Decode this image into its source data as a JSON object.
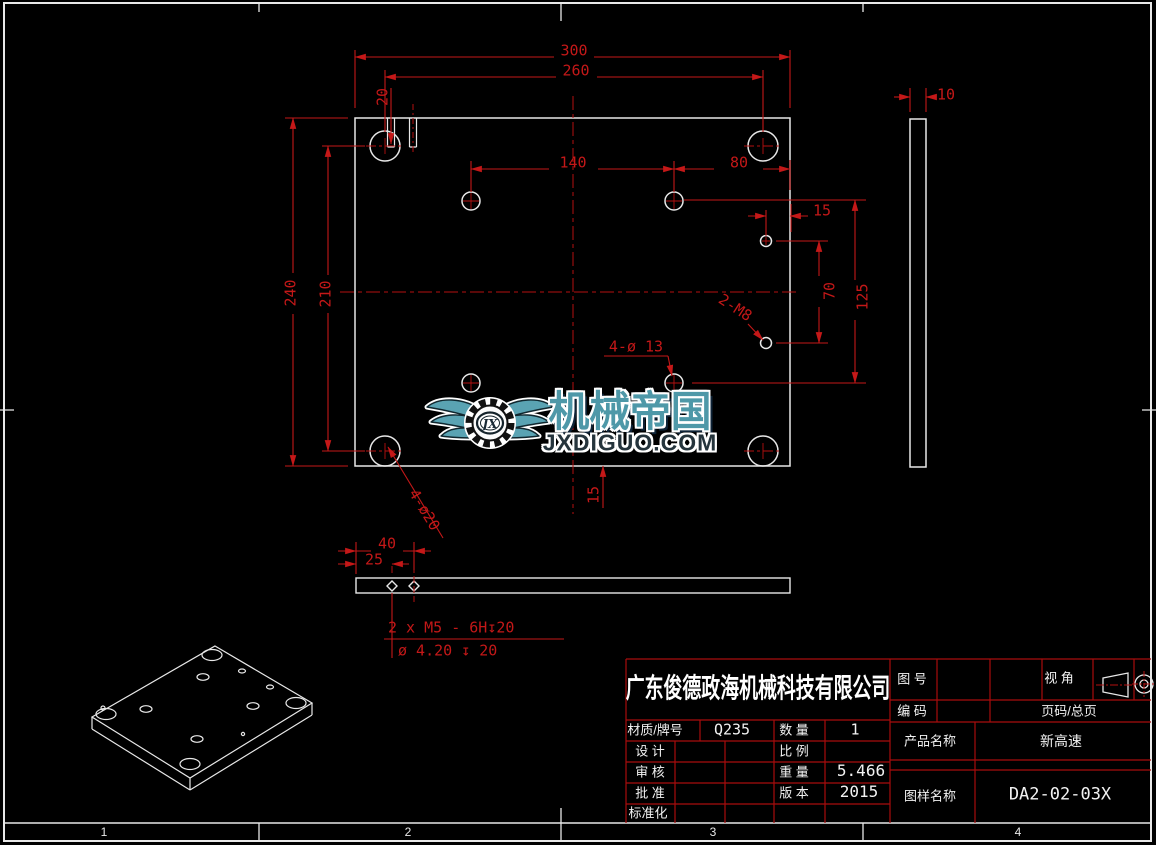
{
  "drawing": {
    "zones": [
      "1",
      "2",
      "3",
      "4"
    ],
    "top_view": {
      "d300": "300",
      "d260": "260",
      "d20": "20",
      "d140": "140",
      "d80": "80",
      "d15_right": "15",
      "d70": "70",
      "d125": "125",
      "d240": "240",
      "d210": "210",
      "d15_bottom": "15",
      "label_m8": "2-M8",
      "label_holes_13": "4-ø 13",
      "label_holes_20": "4-ø20"
    },
    "side_view": {
      "d10": "10"
    },
    "bottom_view": {
      "d40": "40",
      "d25": "25",
      "callout_thread": "2 x  M5 - 6H↧20",
      "callout_drill": "ø  4.20 ↧ 20"
    }
  },
  "watermark": {
    "brand": "机械帝国",
    "site": "JXDIGUO.COM",
    "monogram": "JX"
  },
  "title_block": {
    "company": "广东俊德政海机械科技有限公司",
    "material_label": "材质/牌号",
    "material_value": "Q235",
    "qty_label": "数 量",
    "qty_value": "1",
    "design_label": "设 计",
    "scale_label": "比 例",
    "check_label": "审 核",
    "weight_label": "重 量",
    "weight_value": "5.466",
    "approve_label": "批 准",
    "version_label": "版 本",
    "version_value": "2015",
    "standard_label": "标准化",
    "drawing_no_label": "图 号",
    "view_angle_label": "视 角",
    "code_label": "编 码",
    "page_label": "页码/总页",
    "product_label": "产品名称",
    "product_value": "新高速",
    "pattern_label": "图样名称",
    "pattern_value": "DA2-02-03X"
  },
  "colors": {
    "background": "#000000",
    "outline_white": "#e8e8e8",
    "dimension_red": "#c41818",
    "grid_red": "#a80c0c",
    "watermark_teal": "#4e98a8"
  }
}
